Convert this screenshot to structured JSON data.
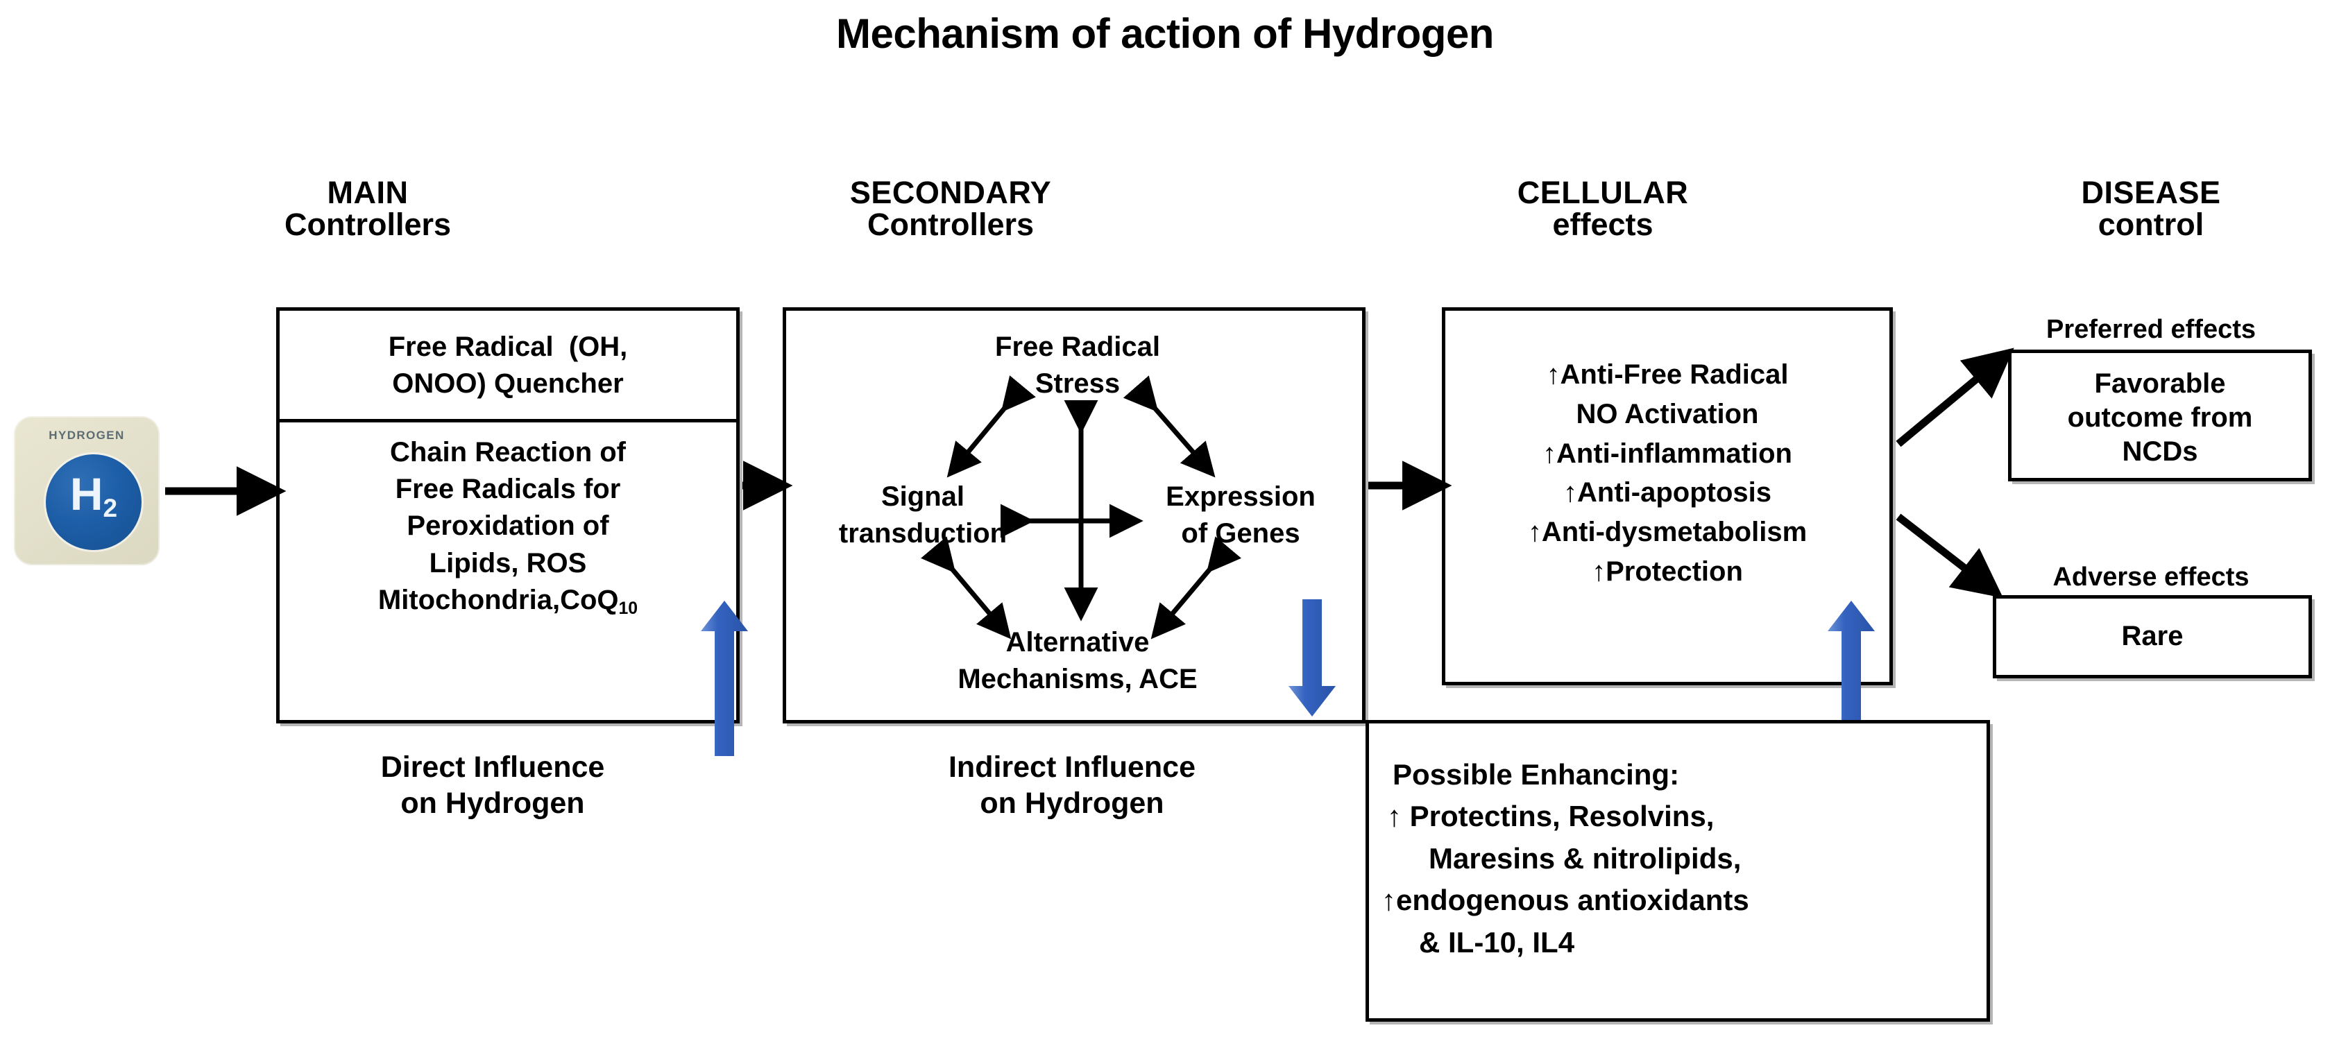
{
  "title": "Mechanism of action of Hydrogen",
  "logo": {
    "word": "HYDROGEN",
    "symbol": "H",
    "symbol_sub": "2"
  },
  "colors": {
    "blue_arrow": "#3463c0",
    "logo_disc": "#1d5ea8",
    "logo_plate": "#e3e0cb",
    "stroke": "#000000"
  },
  "columns": [
    {
      "head_line1": "MAIN",
      "head_line2": "Controllers"
    },
    {
      "head_line1": "SECONDARY",
      "head_line2": "Controllers"
    },
    {
      "head_line1": "CELLULAR",
      "head_line2": "effects"
    },
    {
      "head_line1": "DISEASE",
      "head_line2": "control"
    }
  ],
  "main_controllers": {
    "cell_top": "Free Radical  (OH,\nONOO) Quencher",
    "cell_bottom_lines": [
      "Chain Reaction of",
      "Free Radicals for",
      "Peroxidation of",
      "Lipids,  ROS"
    ],
    "cell_bottom_last_prefix": "Mitochondria,CoQ",
    "cell_bottom_last_sub": "10",
    "footer": "Direct Influence\non Hydrogen",
    "footer_line1": "Direct Influence",
    "footer_line2": "on Hydrogen",
    "arrow_direction": "up"
  },
  "secondary_controllers": {
    "node_top": "Free Radical\nStress",
    "node_top_line1": "Free Radical",
    "node_top_line2": "Stress",
    "node_left_line1": "Signal",
    "node_left_line2": "transduction",
    "node_right_line1": "Expression",
    "node_right_line2": "of Genes",
    "node_bottom_line1": "Alternative",
    "node_bottom_line2": "Mechanisms, ACE",
    "footer_line1": "Indirect Influence",
    "footer_line2": "on Hydrogen",
    "arrow_direction": "down"
  },
  "cellular_effects": {
    "lines": [
      "↑Anti-Free Radical",
      "NO Activation",
      "↑Anti-inflammation",
      "↑Anti-apoptosis",
      "↑Anti-dysmetabolism",
      "↑Protection"
    ],
    "arrow_direction": "up"
  },
  "possible_enhancing": {
    "lines": [
      "Possible Enhancing:",
      "↑ Protectins, Resolvins,",
      "Maresins & nitrolipids,",
      "↑endogenous antioxidants",
      "&  IL-10, IL4"
    ]
  },
  "disease_control": {
    "preferred_caption": "Preferred effects",
    "preferred_box_lines": [
      "Favorable",
      "outcome from",
      "NCDs"
    ],
    "adverse_caption": "Adverse effects",
    "adverse_box_text": "Rare"
  }
}
